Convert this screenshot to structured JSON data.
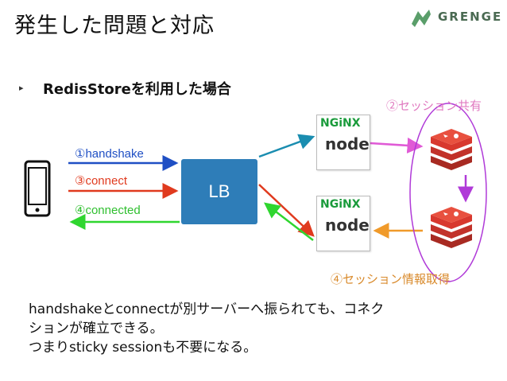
{
  "title": "発生した問題と対応",
  "logo": {
    "text": "GRENGE",
    "icon": "grenge-logo-icon"
  },
  "bullet": "▸",
  "subtitle": "RedisStoreを利用した場合",
  "labels": {
    "handshake": "①handshake",
    "connect": "③connect",
    "connected": "④connected",
    "session_share": "②セッション共有",
    "session_fetch": "④セッション情報取得",
    "lb": "LB",
    "nginx": "NGiNX",
    "node": "node"
  },
  "colors": {
    "blue": "#1f4fc4",
    "red": "#e03a1e",
    "green": "#2fd62f",
    "teal": "#1a8db0",
    "magenta": "#e05ad6",
    "purple": "#b03ad8",
    "orange": "#f09a2a",
    "redis": "#d8382e"
  },
  "body": [
    "handshakeとconnectが別サーバーへ振られても、コネク",
    "ションが確立できる。",
    "つまりsticky sessionも不要になる。"
  ]
}
